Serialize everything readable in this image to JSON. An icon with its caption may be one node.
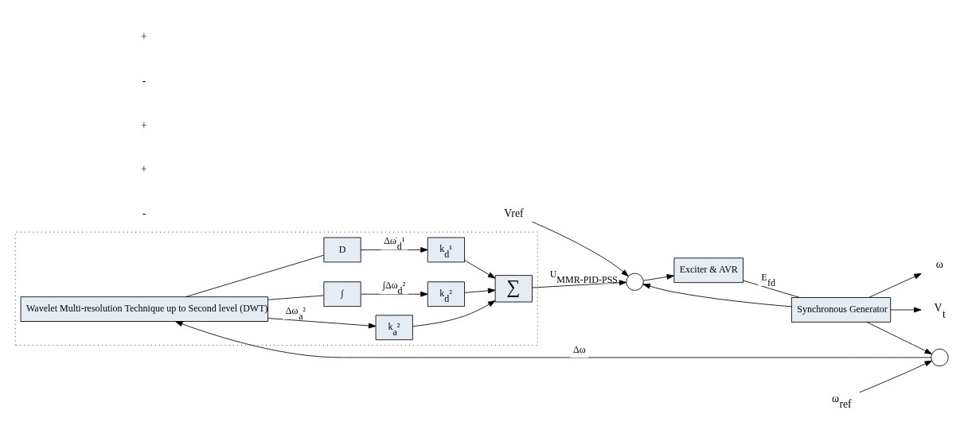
{
  "diagram": {
    "nodes": [
      {
        "text": [],
        "shape": "circle"
      },
      {
        "text": [
          "Exciter & AVR"
        ]
      },
      {
        "text": [
          "Synchronous Generator"
        ]
      },
      {
        "text": [],
        "shape": "circle"
      },
      {
        "text": [],
        "shape": "box"
      },
      {
        "text": [
          "Wavelet Multi-resolution Technique up to Second level (DWT)"
        ],
        "in": 4
      },
      {
        "text": [
          "k$_{a}$²"
        ],
        "in": 4
      },
      {
        "text": [
          "∫"
        ],
        "in": 4
      },
      {
        "text": [
          "k$_{d}$²"
        ],
        "in": 4
      },
      {
        "text": [
          "D"
        ],
        "in": 4
      },
      {
        "text": [
          "k$_{d}$¹"
        ],
        "in": 4
      },
      {
        "text": [
          "∑"
        ],
        "in": 4
      },
      {
        "text": [
          "Vref"
        ]
      },
      {
        "text": [
          "V$_{t}$"
        ]
      },
      {
        "text": [
          "ω"
        ]
      },
      {
        "text": [
          "ω$_{ref}$"
        ]
      }
    ],
    "edges": [
      {
        "from": 12,
        "to": 0,
        "arrow": "to"
      },
      {
        "from": 0,
        "to": 1,
        "arrow": "to"
      },
      {
        "from": 1,
        "to": 2,
        "arrow": "none",
        "label": "E$_{fd}$"
      },
      {
        "from": 2,
        "to": 13,
        "arrow": "to"
      },
      {
        "from": 2,
        "to": 0,
        "arrow": "to"
      },
      {
        "from": 2,
        "to": 14,
        "arrow": "to"
      },
      {
        "from": 2,
        "to": 3,
        "arrow": "to"
      },
      {
        "from": 15,
        "to": 3,
        "arrow": "to"
      },
      {
        "from": 3,
        "to": 5,
        "arrow": "to",
        "label": "Δω"
      },
      {
        "from": 5,
        "to": 6,
        "arrow": "to",
        "label": "Δω$_{a}$²"
      },
      {
        "from": 5,
        "to": 7,
        "arrow": "none"
      },
      {
        "from": 7,
        "to": 8,
        "arrow": "to",
        "label": "∫Δω$_{d}$²"
      },
      {
        "from": 5,
        "to": 9,
        "arrow": "none"
      },
      {
        "from": 9,
        "to": 10,
        "arrow": "to",
        "label": "Δω̇$_{d}$¹"
      },
      {
        "from": 6,
        "to": 11,
        "arrow": "to"
      },
      {
        "from": 8,
        "to": 11,
        "arrow": "to"
      },
      {
        "from": 10,
        "to": 11,
        "arrow": "to"
      },
      {
        "from": 11,
        "to": 0,
        "arrow": "to",
        "label": "U$_{MMR-PID-PSS}$"
      }
    ],
    "labels": [
      "-",
      "+",
      "+",
      "-",
      "+"
    ]
  }
}
